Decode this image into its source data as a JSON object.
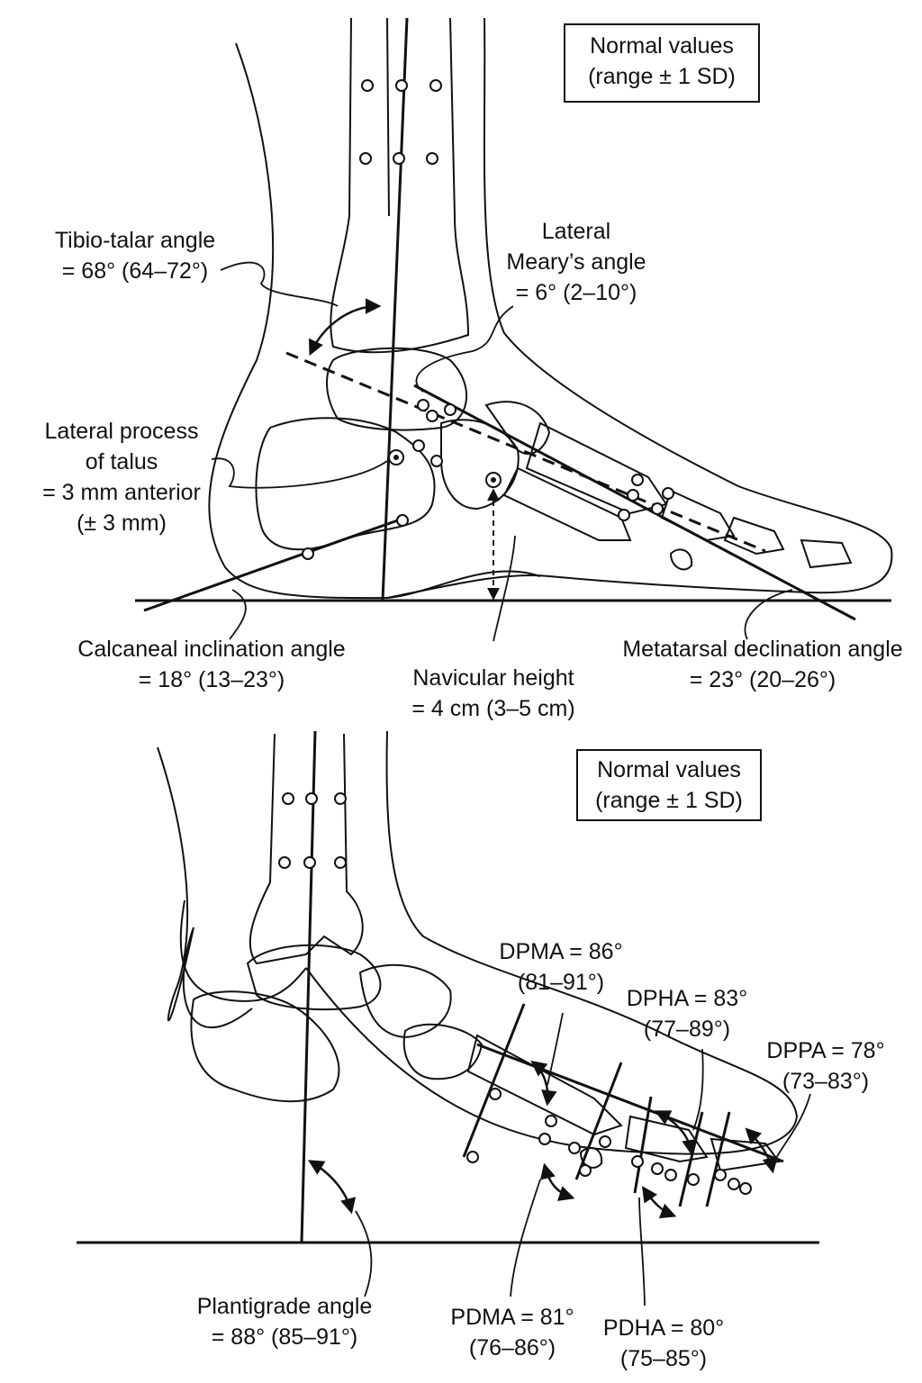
{
  "top_panel": {
    "normal_values": {
      "line1": "Normal values",
      "line2": "(range ± 1 SD)"
    },
    "tibio_talar": {
      "line1": "Tibio-talar angle",
      "line2": "= 68° (64–72°)"
    },
    "lateral_meary": {
      "line1": "Lateral",
      "line2": "Meary’s angle",
      "line3": "= 6° (2–10°)"
    },
    "lateral_process": {
      "line1": "Lateral process",
      "line2": "of talus",
      "line3": "= 3 mm anterior",
      "line4": "(± 3 mm)"
    },
    "calcaneal_inclination": {
      "line1": "Calcaneal inclination angle",
      "line2": "= 18° (13–23°)"
    },
    "navicular_height": {
      "line1": "Navicular height",
      "line2": "= 4 cm (3–5 cm)"
    },
    "metatarsal_declination": {
      "line1": "Metatarsal declination angle",
      "line2": "= 23° (20–26°)"
    }
  },
  "bottom_panel": {
    "normal_values": {
      "line1": "Normal values",
      "line2": "(range ± 1 SD)"
    },
    "dpma": {
      "line1": "DPMA = 86°",
      "line2": "(81–91°)"
    },
    "dpha": {
      "line1": "DPHA = 83°",
      "line2": "(77–89°)"
    },
    "dppa": {
      "line1": "DPPA = 78°",
      "line2": "(73–83°)"
    },
    "plantigrade": {
      "line1": "Plantigrade angle",
      "line2": "= 88° (85–91°)"
    },
    "pdma": {
      "line1": "PDMA = 81°",
      "line2": "(76–86°)"
    },
    "pdha": {
      "line1": "PDHA = 80°",
      "line2": "(75–85°)"
    }
  }
}
